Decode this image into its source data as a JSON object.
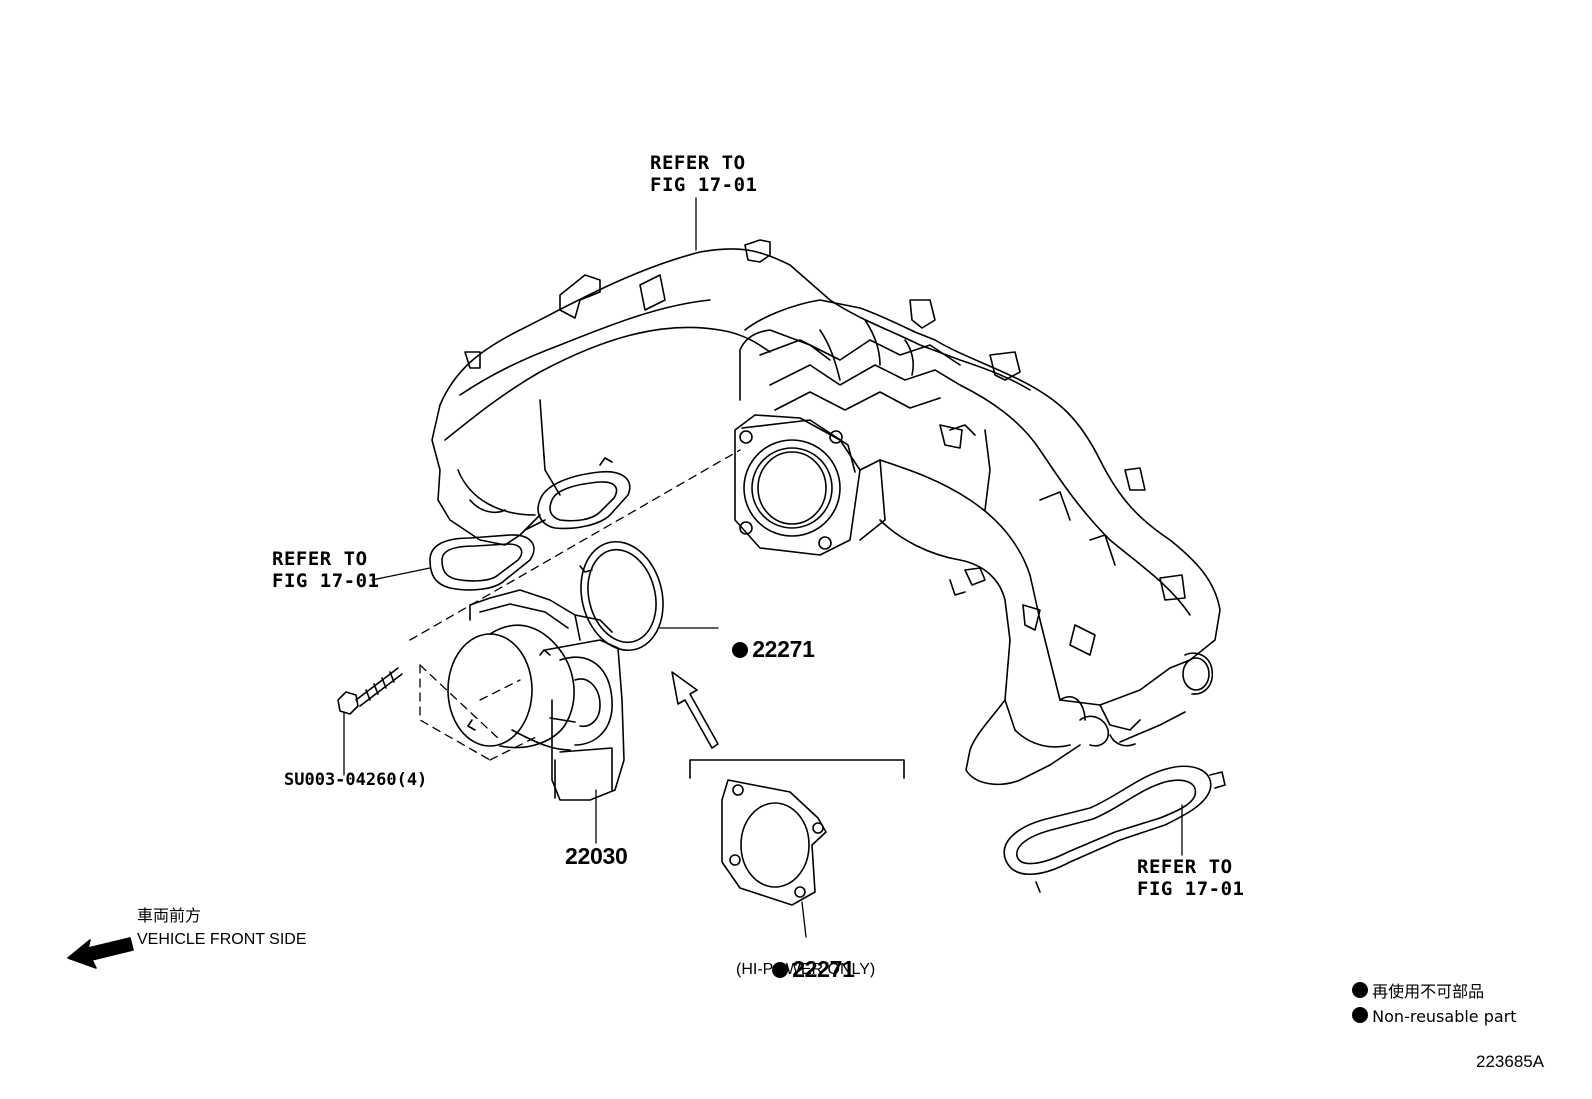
{
  "callouts": {
    "refer_top_1": "REFER TO",
    "refer_top_2": "FIG 17-01",
    "refer_left_1": "REFER TO",
    "refer_left_2": "FIG 17-01",
    "refer_right_1": "REFER TO",
    "refer_right_2": "FIG 17-01",
    "gasket_upper": "22271",
    "gasket_lower": "22271",
    "gasket_lower_note": "(HI-POWER ONLY)",
    "throttle_body": "22030",
    "bolt": "SU003-04260(4)"
  },
  "direction": {
    "japanese": "車両前方",
    "english": "VEHICLE FRONT SIDE"
  },
  "legend": {
    "japanese": "再使用不可部品",
    "english": "Non-reusable part"
  },
  "figure_id": "223685A",
  "icons": [
    "non-reusable-dot-icon",
    "front-arrow-icon"
  ]
}
